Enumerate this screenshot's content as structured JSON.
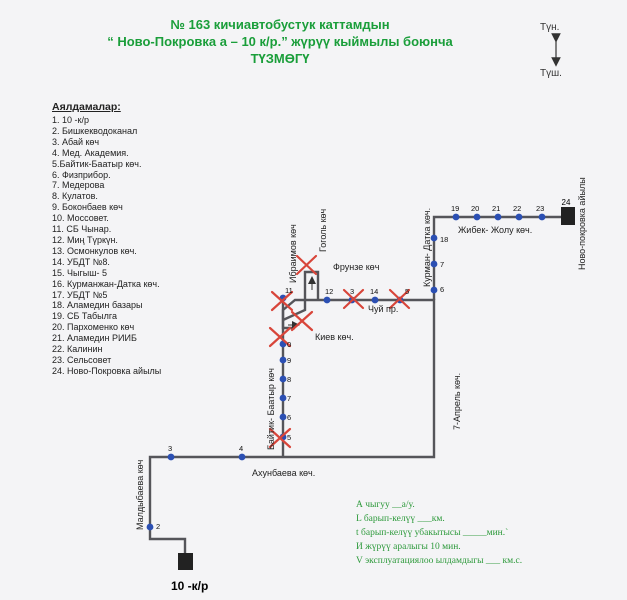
{
  "title": {
    "line1": "№ 163 кичиавтобустук каттамдын",
    "line2": "“ Ново-Покровка а – 10 к/р.” жүрүү кыймылы боюнча",
    "line3": "ТҮЗМӨГҮ"
  },
  "directions": {
    "north": "Түн.",
    "south": "Түш."
  },
  "stops_title": "Аялдамалар:",
  "stops": [
    "1. 10 -к/р",
    "2. Бишкекводоканал",
    "3. Абай көч",
    "4. Мед. Академия.",
    "5.Байтик-Баатыр көч.",
    "6. Физприбор.",
    "7. Медерова",
    "8. Кулатов.",
    "9. Боконбаев көч",
    "10. Моссовет.",
    "11. СБ Чынар.",
    "12. Миң Түркүн.",
    "13. Осмонкулов көч.",
    "14. УБДТ №8.",
    "15. Чыгыш- 5",
    "16. Курманжан-Датка көч.",
    "17. УБДТ №5",
    "18. Аламедин базары",
    "19. СБ Табылга",
    "20. Пархоменко көч",
    "21. Аламедин РИИБ",
    "22. Калинин",
    "23. Сельсовет",
    "24. Ново-Покровка айылы"
  ],
  "streets": {
    "maldybaeva": "Малдыбаева көч",
    "akhunbaeva": "Ахунбаева көч.",
    "baytik": "Байтик- Баатыр көч",
    "ibraimova": "Ибраимов көч",
    "gogol": "Гоголь көч",
    "frunze": "Фрунзе көч",
    "kiev": "Киев көч.",
    "chuy": "Чуй пр.",
    "kurmanjan": "Курман- Датка көч.",
    "jibek": "Жибек- Жолу көч.",
    "april7": "7-Апрель көч.",
    "novopokrovka": "Ново-покровка айылы"
  },
  "terminal_start": "10 -к/р",
  "terminal_end_number": "24",
  "stop_numbers": {
    "s2": "2",
    "s3": "3",
    "s4": "4",
    "s5": "5",
    "s6": "6",
    "s7": "7",
    "s8": "8",
    "s9": "9",
    "s10": "0",
    "s11": "11",
    "s12": "12",
    "s13": "3",
    "s14": "14",
    "s15": "5",
    "s16": "6",
    "s17": "7",
    "s18": "18",
    "s19": "19",
    "s20": "20",
    "s21": "21",
    "s22": "22",
    "s23": "23"
  },
  "info": {
    "line1": "А чыгуу __а/у.",
    "line2": "L барып-келүү ___км.",
    "line3": "t барып-келүү убакытысы _____мин.`",
    "line4": "И жүрүү аралыгы 10 мин.",
    "line5": "V эксплуатациялоо ылдамдыгы ___ км.с."
  },
  "colors": {
    "title": "#1a9e3a",
    "info": "#2e9a3c",
    "route": "#55555a",
    "stop": "#2b4fb3",
    "cross": "#d8453a"
  }
}
